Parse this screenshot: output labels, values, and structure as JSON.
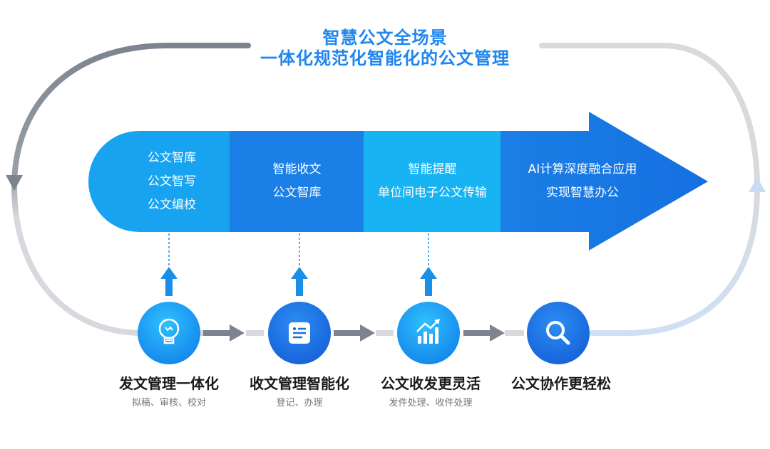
{
  "title": {
    "line1": "智慧公文全场景",
    "line2": "一体化规范化智能化的公文管理"
  },
  "arrow_segments": [
    {
      "lines": [
        "公文智库",
        "公文智写",
        "公文编校"
      ],
      "color": "#17a3ef"
    },
    {
      "lines": [
        "智能收文",
        "公文智库"
      ],
      "color": "#1a7fe6"
    },
    {
      "lines": [
        "智能提醒",
        "单位间电子公文传输"
      ],
      "color": "#18b3f2"
    },
    {
      "lines": [
        "AI计算深度融合应用",
        "实现智慧办公"
      ],
      "color": "#1a7fe6"
    }
  ],
  "steps": [
    {
      "title": "发文管理一体化",
      "subtitle": "拟稿、审核、校对",
      "icon": "lightbulb-icon"
    },
    {
      "title": "收文管理智能化",
      "subtitle": "登记、办理",
      "icon": "document-list-icon"
    },
    {
      "title": "公文收发更灵活",
      "subtitle": "发件处理、收件处理",
      "icon": "growth-chart-icon"
    },
    {
      "title": "公文协作更轻松",
      "subtitle": "",
      "icon": "search-icon"
    }
  ],
  "colors": {
    "title": "#1f86ef",
    "loop_gray": "#7d8490",
    "loop_light": "#d8dadd",
    "loop_blue_light": "#c9dcf2",
    "connector_arrow": "#7d8490",
    "up_arrow": "#1a8fe8"
  }
}
